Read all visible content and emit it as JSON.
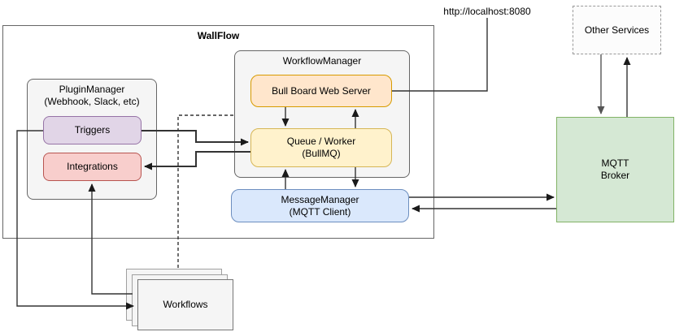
{
  "diagram": {
    "wallflow": {
      "title": "WallFlow"
    },
    "plugin_manager": {
      "title": "PluginManager",
      "subtitle": "(Webhook, Slack, etc)",
      "triggers_label": "Triggers",
      "integrations_label": "Integrations"
    },
    "workflow_manager": {
      "title": "WorkflowManager",
      "bull_board_label": "Bull Board Web Server",
      "queue_worker_line1": "Queue / Worker",
      "queue_worker_line2": "(BullMQ)"
    },
    "message_manager": {
      "line1": "MessageManager",
      "line2": "(MQTT Client)"
    },
    "mqtt_broker": {
      "line1": "MQTT",
      "line2": "Broker"
    },
    "other_services_label": "Other Services",
    "workflows_label": "Workflows",
    "localhost_label": "http://localhost:8080",
    "colors": {
      "triggers_fill": "#e1d5e7",
      "triggers_stroke": "#9673a6",
      "integrations_fill": "#f8cecc",
      "integrations_stroke": "#b85450",
      "bull_board_fill": "#ffe6cc",
      "bull_board_stroke": "#d79b00",
      "queue_worker_fill": "#fff2cc",
      "queue_worker_stroke": "#d6b656",
      "message_manager_fill": "#dae8fc",
      "message_manager_stroke": "#6c8ebf",
      "mqtt_broker_fill": "#d5e8d4",
      "mqtt_broker_stroke": "#82b366",
      "container_fill": "#f5f5f5",
      "container_stroke": "#666666",
      "connector_stroke": "#333333"
    },
    "edges": [
      {
        "from": "Triggers",
        "to": "Queue / Worker (BullMQ)",
        "style": "solid",
        "arrow": "to"
      },
      {
        "from": "Queue / Worker (BullMQ)",
        "to": "Integrations",
        "style": "solid",
        "arrow": "to"
      },
      {
        "from": "Bull Board Web Server",
        "to": "Queue / Worker (BullMQ)",
        "style": "solid",
        "arrow": "to"
      },
      {
        "from": "Queue / Worker (BullMQ)",
        "to": "Bull Board Web Server",
        "style": "solid",
        "arrow": "to"
      },
      {
        "from": "MessageManager (MQTT Client)",
        "to": "Queue / Worker (BullMQ)",
        "style": "solid",
        "arrow": "to"
      },
      {
        "from": "Queue / Worker (BullMQ)",
        "to": "MessageManager (MQTT Client)",
        "style": "solid",
        "arrow": "to"
      },
      {
        "from": "Bull Board Web Server",
        "to": "http://localhost:8080",
        "style": "solid",
        "arrow": "none"
      },
      {
        "from": "MessageManager (MQTT Client)",
        "to": "MQTT Broker",
        "style": "solid",
        "arrow": "to"
      },
      {
        "from": "MQTT Broker",
        "to": "MessageManager (MQTT Client)",
        "style": "solid",
        "arrow": "to"
      },
      {
        "from": "Other Services",
        "to": "MQTT Broker",
        "style": "solid",
        "arrow": "to"
      },
      {
        "from": "MQTT Broker",
        "to": "Other Services",
        "style": "solid",
        "arrow": "to"
      },
      {
        "from": "Triggers",
        "to": "Workflows",
        "style": "solid",
        "arrow": "to"
      },
      {
        "from": "Workflows",
        "to": "Integrations",
        "style": "solid",
        "arrow": "to"
      },
      {
        "from": "WorkflowManager",
        "to": "Workflows",
        "style": "dashed",
        "arrow": "none"
      }
    ]
  }
}
